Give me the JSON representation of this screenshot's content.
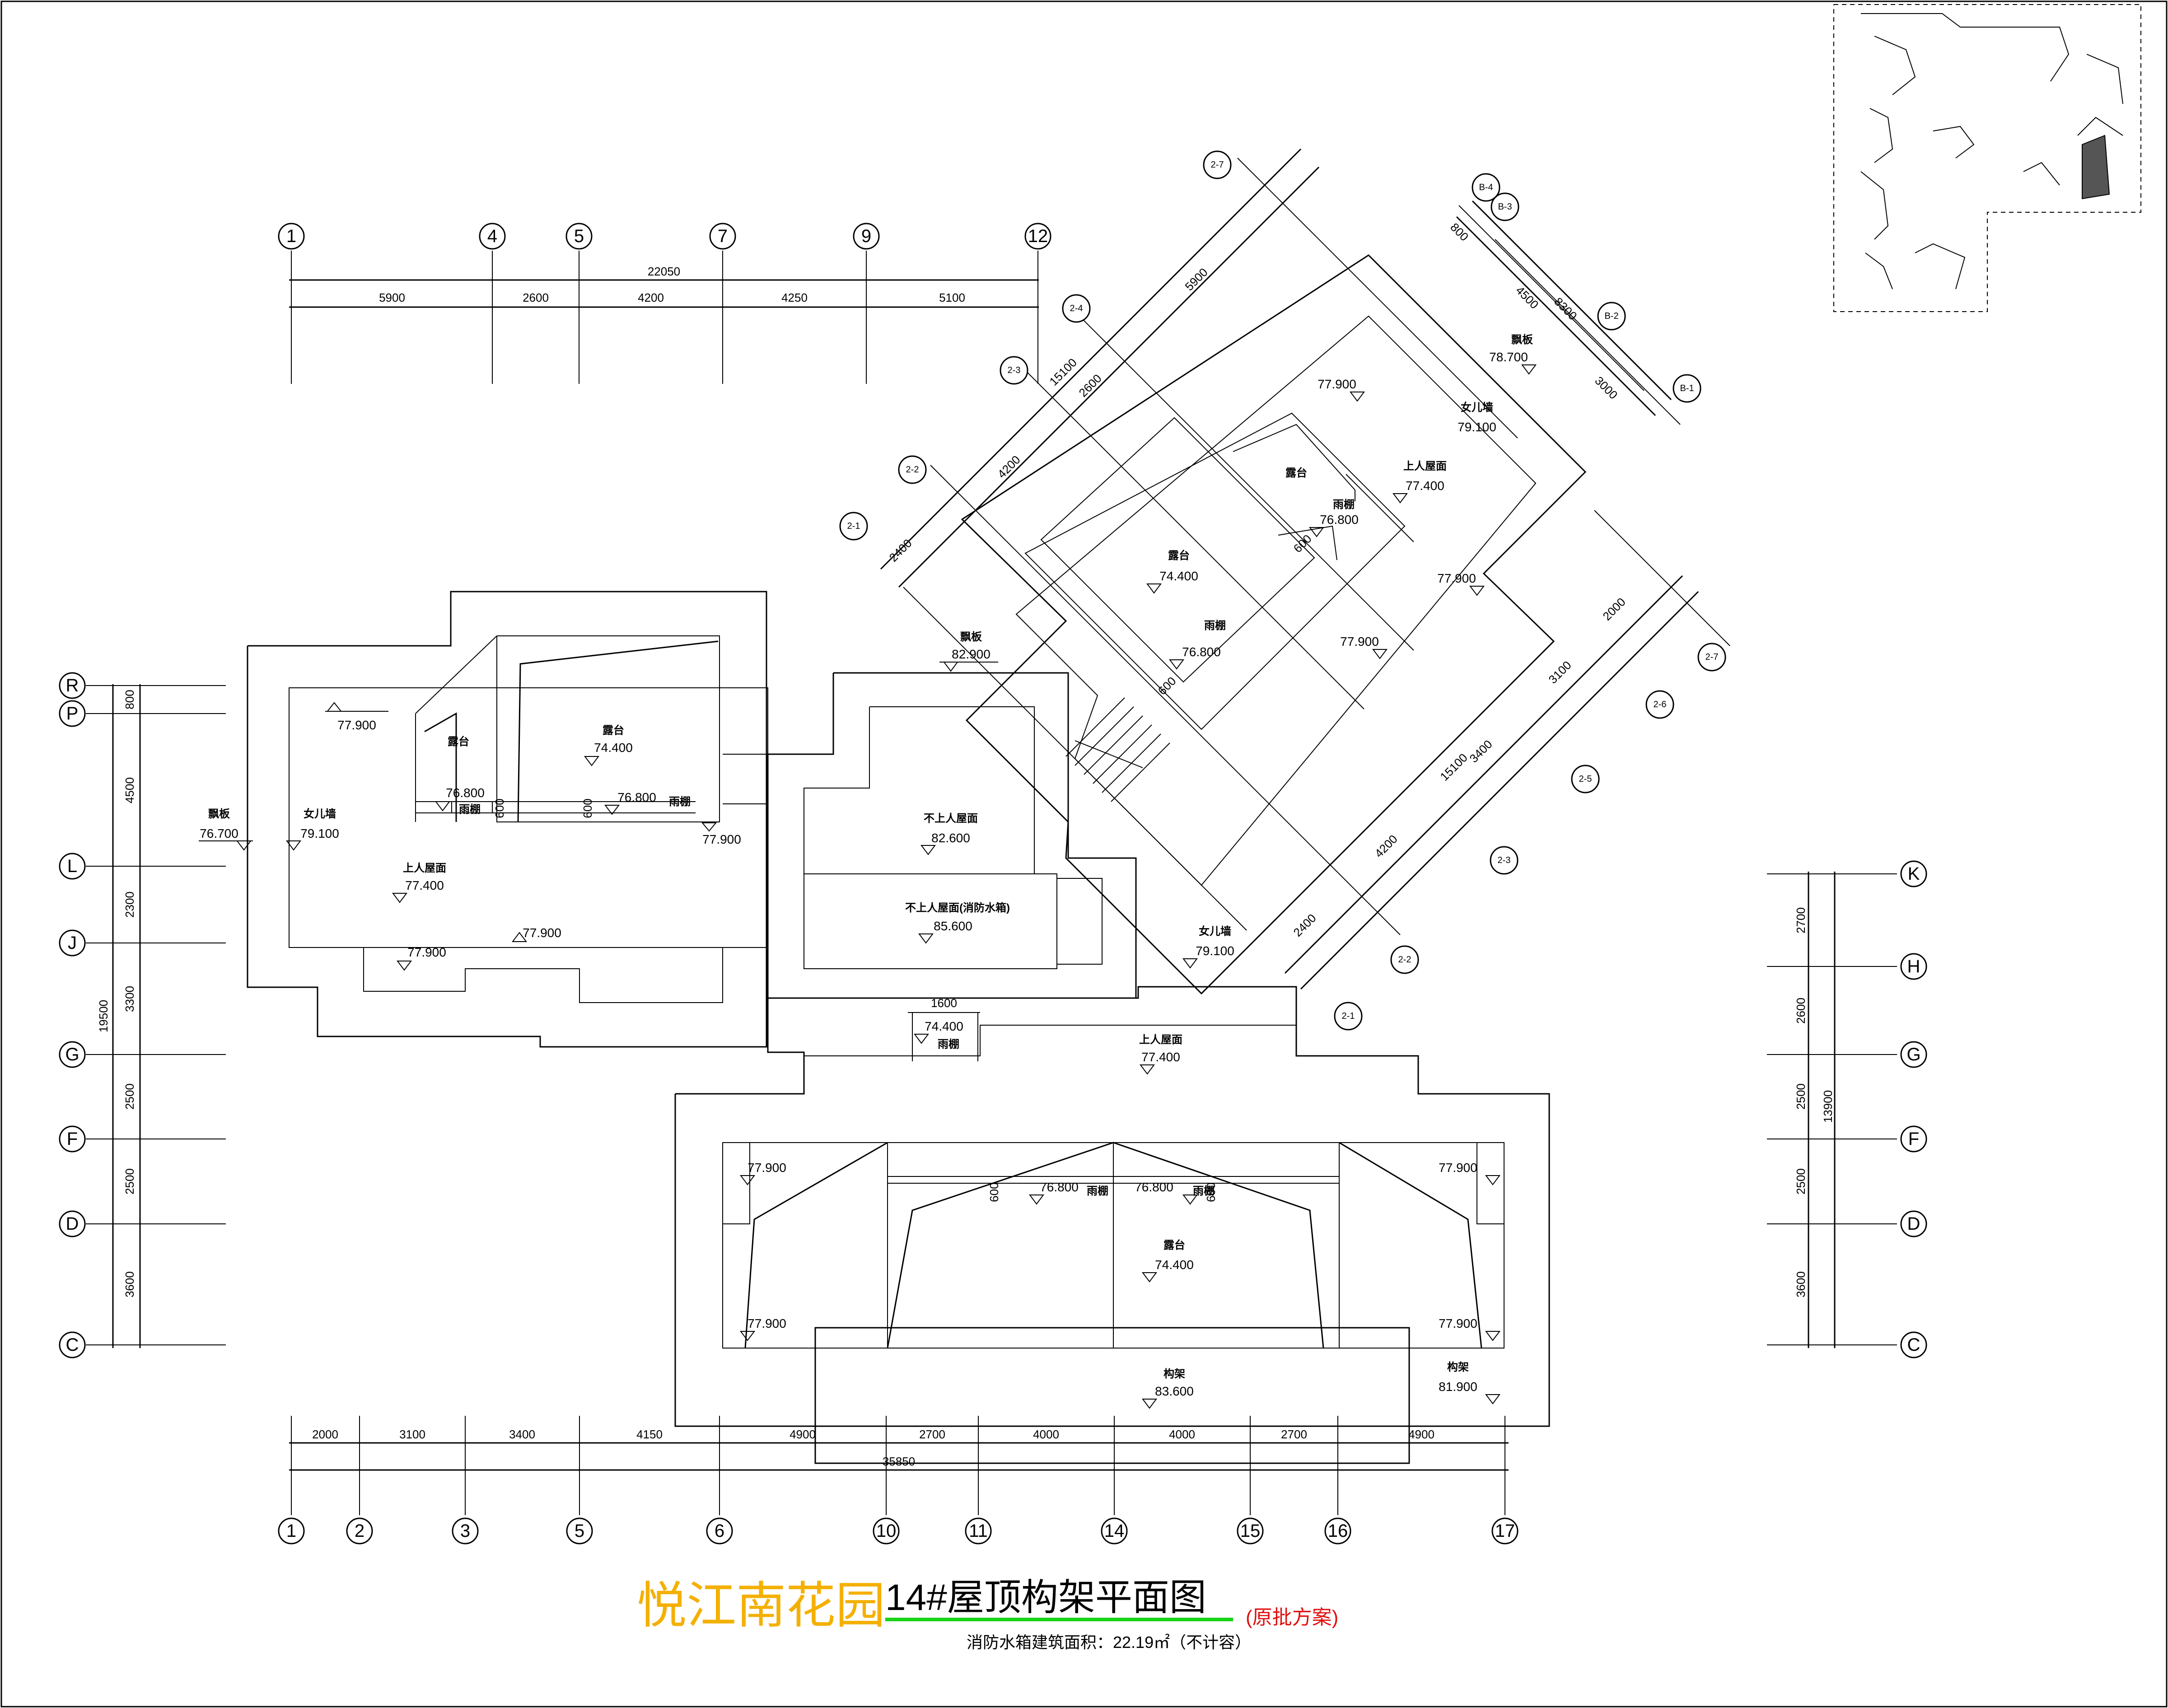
{
  "title": {
    "project": "悦江南花园",
    "drawing": "14#屋顶构架平面图",
    "note": "(原批方案)",
    "area": "消防水箱建筑面积：22.19㎡（不计容）"
  },
  "top_axes": {
    "labels": [
      "1",
      "4",
      "5",
      "7",
      "9",
      "12"
    ],
    "total": "22050",
    "spans": [
      "5900",
      "2600",
      "4200",
      "4250",
      "5100"
    ]
  },
  "bottom_axes": {
    "labels": [
      "1",
      "2",
      "3",
      "5",
      "6",
      "10",
      "11",
      "14",
      "15",
      "16",
      "17"
    ],
    "total": "35850",
    "spans": [
      "2000",
      "3100",
      "3400",
      "4150",
      "4900",
      "2700",
      "4000",
      "4000",
      "2700",
      "4900"
    ]
  },
  "left_axes": {
    "labels": [
      "R",
      "P",
      "L",
      "J",
      "G",
      "F",
      "D",
      "C"
    ],
    "total": "19500",
    "spans": [
      "800",
      "4500",
      "2300",
      "3300",
      "2500",
      "2500",
      "3600"
    ]
  },
  "right_axes": {
    "labels": [
      "K",
      "H",
      "G",
      "F",
      "D",
      "C"
    ],
    "total": "13900",
    "spans": [
      "2700",
      "2600",
      "2500",
      "2500",
      "3600"
    ]
  },
  "diag_axes": {
    "upper": [
      "2-7",
      "2-4",
      "2-3",
      "2-2",
      "2-1"
    ],
    "upper_total": "15100",
    "upper_spans": [
      "5900",
      "2600",
      "4200",
      "2400"
    ],
    "b_axes": [
      "B-4",
      "B-3",
      "B-2",
      "B-1"
    ],
    "b_total": "8300",
    "b_spans": [
      "800",
      "4500",
      "3000"
    ],
    "lower": [
      "2-7",
      "2-6",
      "2-5",
      "2-3",
      "2-2",
      "2-1"
    ],
    "lower_total": "15100",
    "lower_spans": [
      "2000",
      "3100",
      "3400",
      "4200",
      "2400"
    ]
  },
  "labels": {
    "canopy_board": "飘板",
    "parapet": "女儿墙",
    "accessible_roof": "上人屋面",
    "terrace": "露台",
    "awning": "雨棚",
    "non_accessible_roof": "不上人屋面",
    "non_accessible_roof_tank": "不上人屋面(消防水箱)",
    "frame": "构架"
  },
  "elevations": {
    "e779": "77.900",
    "e774": "77.400",
    "e744": "74.400",
    "e768": "76.800",
    "e791": "79.100",
    "e787": "78.700",
    "e767": "76.700",
    "e829": "82.900",
    "e826": "82.600",
    "e856": "85.600",
    "e836": "83.600",
    "e819": "81.900"
  },
  "small_dims": {
    "d600": "600",
    "d1600": "1600"
  }
}
